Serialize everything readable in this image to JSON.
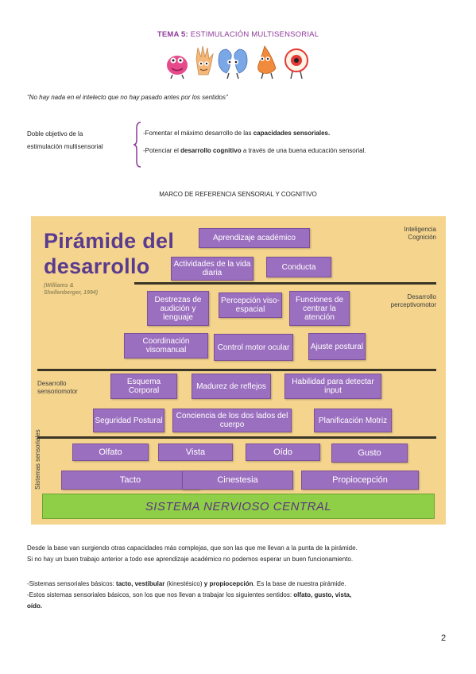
{
  "header": {
    "topic_prefix": "TEMA 5:",
    "topic_title": " ESTIMULACIÓN MULTISENSORIAL"
  },
  "mascots": {
    "icons": [
      "tongue-mascot-icon",
      "hand-mascot-icon",
      "ear-mascot-icon",
      "nose-mascot-icon",
      "eye-mascot-icon"
    ],
    "colors": [
      "#e64a8a",
      "#f4b87a",
      "#7aa7e6",
      "#f08a3c",
      "#e53935"
    ]
  },
  "quote": "“No hay nada en el intelecto que no hay pasado antes por los sentidos”",
  "objectives": {
    "label_line1": "Doble objetivo de la",
    "label_line2": "estimulación multisensorial",
    "item1_pre": "-Fomentar el máximo desarrollo de las ",
    "item1_bold": "capacidades sensoriales.",
    "item2_pre": "-Potenciar el ",
    "item2_bold": "desarrollo cognitivo",
    "item2_post": " a través de una buena educación sensorial."
  },
  "section_title": "MARCO DE REFERENCIA SENSORIAL Y COGNITIVO",
  "pyramid": {
    "title_line1": "Pirámide del",
    "title_line2": "desarrollo",
    "citation_line1": "(Williams &",
    "citation_line2": "Shellenberger, 1994)",
    "labels": {
      "cognitive_1": "Inteligencia",
      "cognitive_2": "Cognición",
      "perceptual_1": "Desarrollo",
      "perceptual_2": "perceptivomotor",
      "sensorimotor_1": "Desarrollo",
      "sensorimotor_2": "sensoriomotor",
      "sensory_systems": "Sistemas sensoriales"
    },
    "boxes": {
      "aprendizaje": "Aprendizaje académico",
      "actividades": "Actividades de la vida diaria",
      "conducta": "Conducta",
      "destrezas": "Destrezas de audición y lenguaje",
      "percepcion": "Percepción viso-espacial",
      "funciones": "Funciones de centrar la atención",
      "coordinacion": "Coordinación visomanual",
      "control": "Control motor ocular",
      "ajuste": "Ajuste postural",
      "esquema": "Esquema Corporal",
      "madurez": "Madurez de reflejos",
      "habilidad": "Habilidad para detectar input",
      "seguridad": "Seguridad Postural",
      "conciencia": "Conciencia de los dos lados del cuerpo",
      "planificacion": "Planificación Motriz",
      "olfato": "Olfato",
      "vista": "Vista",
      "oido": "Oído",
      "gusto": "Gusto",
      "tacto": "Tacto",
      "cinestesia": "Cinestesia",
      "propiocepcion": "Propiocepción"
    },
    "base": "SISTEMA NERVIOSO CENTRAL",
    "colors": {
      "background": "#f5d58e",
      "box": "#9b6fbf",
      "base": "#8fcf47"
    }
  },
  "body": {
    "p1_line1": "Desde la base van surgiendo otras capacidades más complejas, que son las que me llevan a la punta de la pirámide.",
    "p1_line2": "Si no hay un buen trabajo anterior a todo ese aprendizaje académico no podemos esperar un buen funcionamiento.",
    "p2_a": "-Sistemas sensoriales básicos: ",
    "p2_b": "tacto, vestibular",
    "p2_c": " (kinestésico) ",
    "p2_d": "y propiocepción",
    "p2_e": ". Es la base de nuestra pirámide.",
    "p3_a": "-Estos sistemas sensoriales básicos, son los que nos llevan a trabajar los siguientes sentidos: ",
    "p3_b": "olfato, gusto, vista,",
    "p3_c": "oído."
  },
  "page_number": "2"
}
